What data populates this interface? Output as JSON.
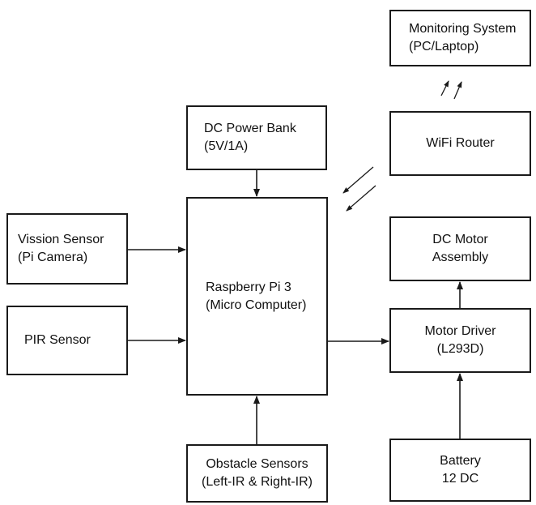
{
  "blocks": {
    "monitoring": {
      "line1": "Monitoring System",
      "line2": "(PC/Laptop)"
    },
    "wifi": {
      "line1": "WiFi Router"
    },
    "power": {
      "line1": "DC Power Bank",
      "line2": "(5V/1A)"
    },
    "vision": {
      "line1": "Vission Sensor",
      "line2": "(Pi Camera)"
    },
    "pir": {
      "line1": "PIR Sensor"
    },
    "raspberry": {
      "line1": "Raspberry Pi 3",
      "line2": "(Micro Computer)"
    },
    "dc_motor": {
      "line1": "DC Motor",
      "line2": "Assembly"
    },
    "motor_driver": {
      "line1": "Motor Driver",
      "line2": "(L293D)"
    },
    "obstacle": {
      "line1": "Obstacle Sensors",
      "line2": "(Left-IR & Right-IR)"
    },
    "battery": {
      "line1": "Battery",
      "line2": "12 DC"
    }
  },
  "colors": {
    "stroke": "#1a1a1a",
    "background": "#ffffff"
  }
}
